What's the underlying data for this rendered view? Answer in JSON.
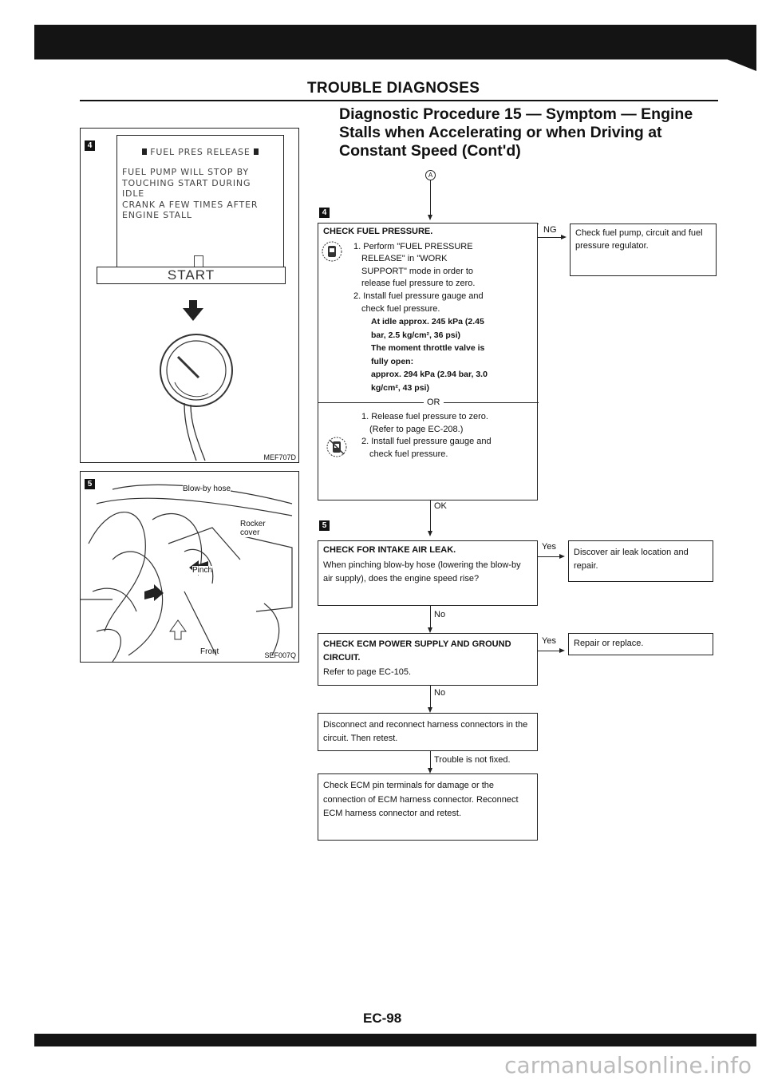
{
  "header": {
    "section": "TROUBLE DIAGNOSES"
  },
  "title": "Diagnostic Procedure 15 — Symptom — Engine Stalls when Accelerating or when Driving at Constant Speed (Cont'd)",
  "connector_label": "A",
  "step4": {
    "badge": "4",
    "screen": {
      "heading": "FUEL PRES RELEASE",
      "lines": [
        "FUEL PUMP WILL STOP BY",
        "TOUCHING START DURING",
        "IDLE",
        "CRANK A FEW TIMES AFTER",
        "ENGINE STALL"
      ],
      "button": "START"
    },
    "figure_code": "MEF707D",
    "check": {
      "title": "CHECK FUEL PRESSURE.",
      "with_tool": [
        "1. Perform \"FUEL PRESSURE",
        "RELEASE\" in \"WORK",
        "SUPPORT\" mode in order to",
        "release fuel pressure to zero.",
        "2. Install fuel pressure gauge and",
        "check fuel pressure."
      ],
      "spec_lines": [
        "At idle approx. 245 kPa (2.45",
        "bar, 2.5 kg/cm², 36 psi)",
        "The moment throttle valve is",
        "fully open:",
        "approx. 294 kPa (2.94 bar, 3.0",
        "kg/cm², 43 psi)"
      ],
      "or": "OR",
      "without_tool": [
        "1. Release fuel pressure to zero.",
        "(Refer to page EC-208.)",
        "2. Install fuel pressure gauge and",
        "check fuel pressure."
      ]
    },
    "ng_label": "NG",
    "ng_action": "Check fuel pump, circuit and fuel pressure regulator.",
    "ok_label": "OK"
  },
  "step5": {
    "badge": "5",
    "figure_labels": {
      "blowby": "Blow-by hose",
      "rocker": "Rocker cover",
      "pinch": "Pinch",
      "front": "Front"
    },
    "figure_code": "SEF007Q",
    "check": {
      "title": "CHECK FOR INTAKE AIR LEAK.",
      "text": "When pinching blow-by hose (lowering the blow-by air supply), does the engine speed rise?"
    },
    "yes_label": "Yes",
    "yes_action": "Discover air leak location and repair.",
    "no_label": "No"
  },
  "step_ecm": {
    "title": "CHECK ECM POWER SUPPLY AND GROUND CIRCUIT.",
    "text": "Refer to page EC-105.",
    "yes_label": "Yes",
    "yes_action": "Repair or replace.",
    "no_label": "No"
  },
  "step_reconnect": {
    "text": "Disconnect and reconnect harness connectors in the circuit. Then retest."
  },
  "not_fixed_label": "Trouble is not fixed.",
  "step_final": {
    "text": "Check ECM pin terminals for damage or the connection of ECM harness connector. Reconnect ECM harness connector and retest."
  },
  "page_number": "EC-98",
  "watermark": "carmanualsonline.info"
}
